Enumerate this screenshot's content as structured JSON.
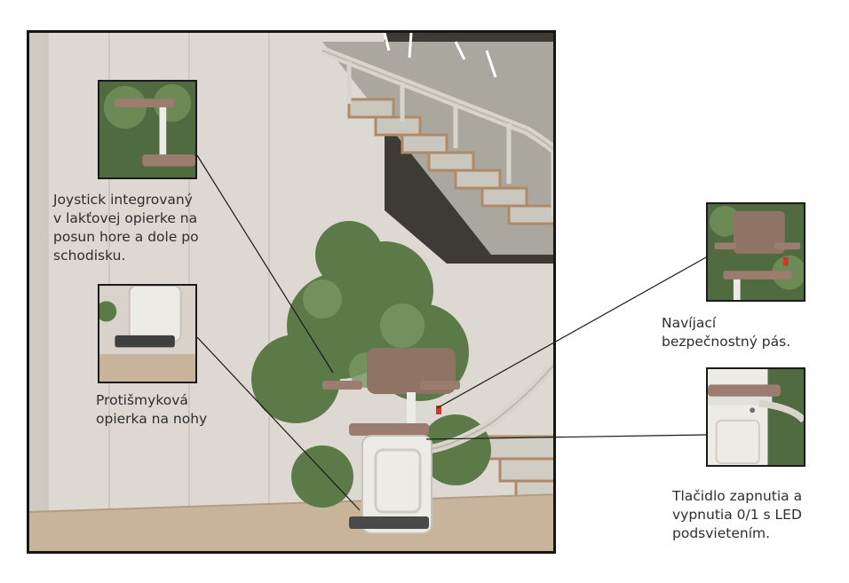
{
  "captions": {
    "joystick": "Joystick integrovaný\nv lakťovej opierke na\nposun hore a dole po\nschodisku.",
    "footrest": "Protišmyková\nopierka na nohy",
    "belt": "Navíjací\nbezpečnostný pás.",
    "button": "Tlačidlo zapnutia a\nvypnutia 0/1 s LED\npodsvietením."
  },
  "colors": {
    "wall": "#e0dbd4",
    "floor": "#c8b49a",
    "stair_concrete": "#b9b8b0",
    "stair_wood": "#b08a68",
    "chair_body": "#ecebe6",
    "seat_leather": "#9a7d6e",
    "foliage": "#5c7a48",
    "leader_line": "#1a1a1a"
  },
  "icons": [
    "stairlift-scene",
    "armrest-joystick-detail",
    "footrest-detail",
    "seatbelt-detail",
    "power-button-detail"
  ]
}
